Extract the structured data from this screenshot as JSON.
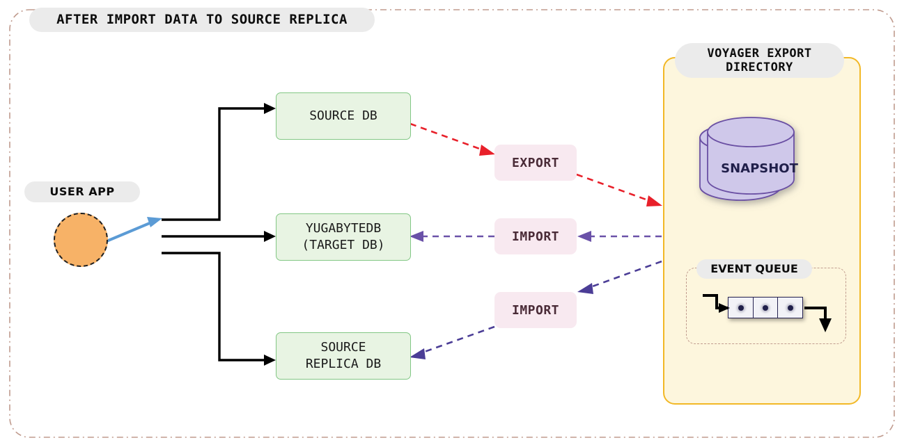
{
  "diagram": {
    "title": "AFTER IMPORT DATA TO SOURCE REPLICA",
    "frame_border_color": "#c09b8e",
    "background": "#ffffff"
  },
  "user_app": {
    "label": "USER APP",
    "shape": "circle",
    "fill": "#f7b267",
    "border": "#1f1f1f"
  },
  "databases": [
    {
      "id": "source-db",
      "label": "SOURCE DB",
      "fill": "#e8f4e3",
      "border": "#82c784"
    },
    {
      "id": "yugabytedb",
      "label": "YUGABYTEDB\n(TARGET DB)",
      "fill": "#e8f4e3",
      "border": "#82c784"
    },
    {
      "id": "source-replica-db",
      "label": "SOURCE\nREPLICA DB",
      "fill": "#e8f4e3",
      "border": "#82c784"
    }
  ],
  "tags": [
    {
      "id": "export-tag",
      "label": "EXPORT",
      "fill": "#f8e9f0",
      "color": "#4a2b37"
    },
    {
      "id": "import-tag-target",
      "label": "IMPORT",
      "fill": "#f8e9f0",
      "color": "#4a2b37"
    },
    {
      "id": "import-tag-replica",
      "label": "IMPORT",
      "fill": "#f8e9f0",
      "color": "#4a2b37"
    }
  ],
  "voyager": {
    "title": "VOYAGER EXPORT\nDIRECTORY",
    "fill": "#fdf6dd",
    "border": "#f2b826",
    "snapshot": {
      "label": "SNAPSHOT",
      "fill": "#cfc8ea",
      "border": "#6a4fa3",
      "text_color": "#201f4a"
    },
    "event_queue": {
      "label": "EVENT QUEUE",
      "cells": 3,
      "cell_fill": "#f2f2f7",
      "cell_border": "#262250",
      "dot_color": "#201f4a",
      "border": "#c09b8e"
    }
  },
  "arrows": [
    {
      "id": "userapp-to-fanout",
      "color": "#5b9bd5",
      "style": "solid",
      "label": ""
    },
    {
      "id": "fanout-to-source-db",
      "color": "#000000",
      "style": "solid",
      "label": ""
    },
    {
      "id": "fanout-to-yugabytedb",
      "color": "#000000",
      "style": "solid",
      "label": ""
    },
    {
      "id": "fanout-to-source-replica-db",
      "color": "#000000",
      "style": "solid",
      "label": ""
    },
    {
      "id": "source-db-to-voyager-export",
      "color": "#e8202a",
      "style": "dashed",
      "label": "EXPORT"
    },
    {
      "id": "voyager-to-yugabytedb-import",
      "color": "#6a51a8",
      "style": "dashed",
      "label": "IMPORT"
    },
    {
      "id": "voyager-to-source-replica-import",
      "color": "#4b3d96",
      "style": "dashed",
      "label": "IMPORT"
    },
    {
      "id": "event-queue-in",
      "color": "#000000",
      "style": "solid",
      "label": ""
    },
    {
      "id": "event-queue-out",
      "color": "#000000",
      "style": "solid",
      "label": ""
    }
  ]
}
